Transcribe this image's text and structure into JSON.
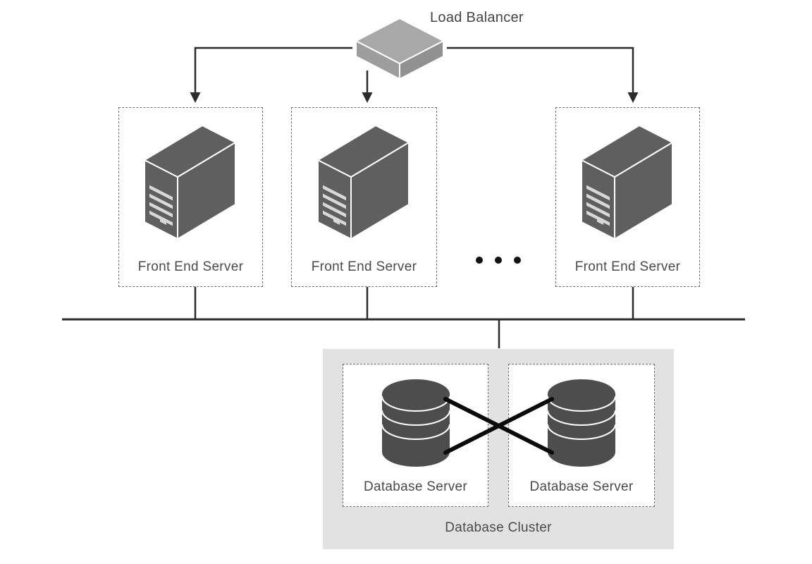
{
  "diagram": {
    "title_implicit": "Load balanced web architecture",
    "load_balancer": {
      "label": "Load Balancer",
      "icon": "load-balancer-3d-slab-icon"
    },
    "frontend_servers": [
      {
        "label": "Front End Server",
        "icon": "server-tower-icon"
      },
      {
        "label": "Front End Server",
        "icon": "server-tower-icon"
      },
      {
        "label": "Front End Server",
        "icon": "server-tower-icon"
      }
    ],
    "ellipsis_between_servers": "…",
    "database_cluster": {
      "label": "Database Cluster",
      "servers": [
        {
          "label": "Database Server",
          "icon": "database-stack-icon"
        },
        {
          "label": "Database Server",
          "icon": "database-stack-icon"
        }
      ],
      "replication": "cross-connected"
    },
    "colors": {
      "background": "#ffffff",
      "text": "#4a4a4a",
      "connector_line": "#2b2b2b",
      "replication_line": "#0a0a0a",
      "dashed_border": "#6e6e6e",
      "cluster_background": "#e2e2e2",
      "server_tower_fill": "#5f5f5f",
      "server_vent_fill": "#d8d8d8",
      "database_fill": "#4d4d4d",
      "load_balancer_top": "#a8a8a8",
      "load_balancer_left": "#9d9d9d",
      "load_balancer_right": "#919191"
    }
  }
}
